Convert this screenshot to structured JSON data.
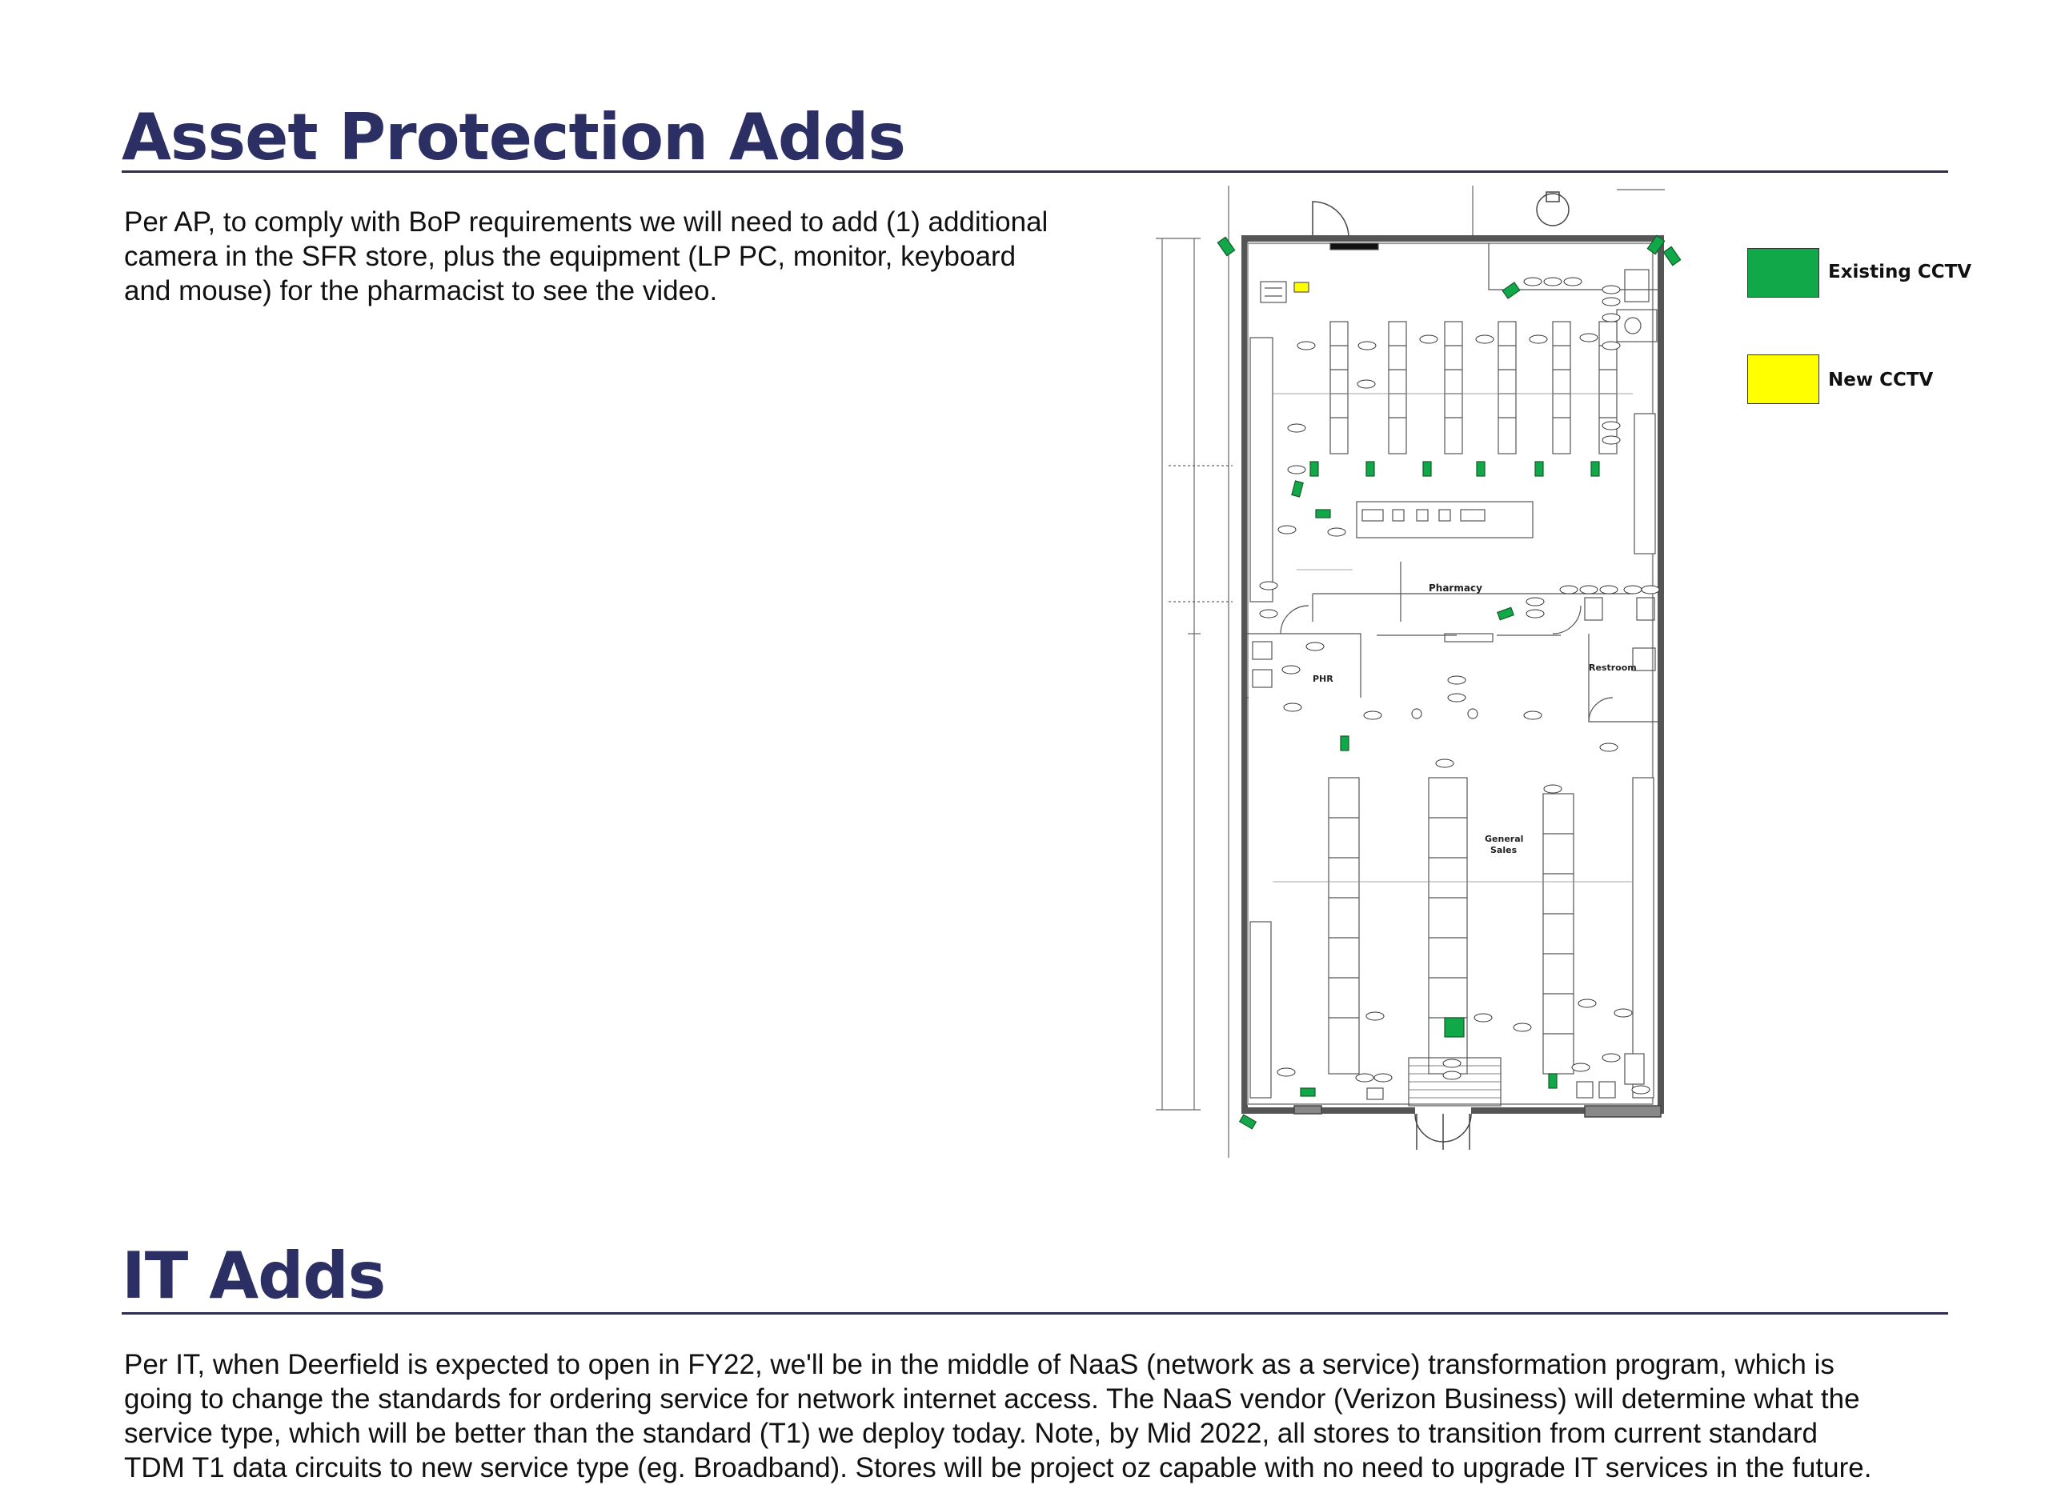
{
  "section1": {
    "title": "Asset Protection Adds",
    "lines": [
      "Per AP, to comply with BoP requirements we will need to add (1) additional",
      "camera in the SFR store, plus the equipment (LP PC, monitor, keyboard",
      "and mouse) for the pharmacist to see the video."
    ]
  },
  "legend": {
    "existing_label": "Existing CCTV",
    "existing_color": "#11a84a",
    "new_label": "New CCTV",
    "new_color": "#ffff00"
  },
  "floor_plan": {
    "rooms": {
      "pharmacy": "Pharmacy",
      "phr": "PHR",
      "restroom": "Restroom",
      "general_sales_1": "General",
      "general_sales_2": "Sales"
    }
  },
  "section2": {
    "title": "IT Adds",
    "lines": [
      "Per IT, when Deerfield is expected to open in FY22, we'll be in the middle of NaaS (network as a service) transformation program, which is",
      "going to change the standards for ordering service for network internet access. The NaaS vendor (Verizon Business) will determine what the",
      "service type, which will be better than the standard (T1) we deploy today. Note, by Mid 2022, all stores to transition from current standard",
      "TDM T1 data circuits to new service type (eg. Broadband). Stores will be project oz capable with no need to upgrade IT services in the future."
    ]
  }
}
